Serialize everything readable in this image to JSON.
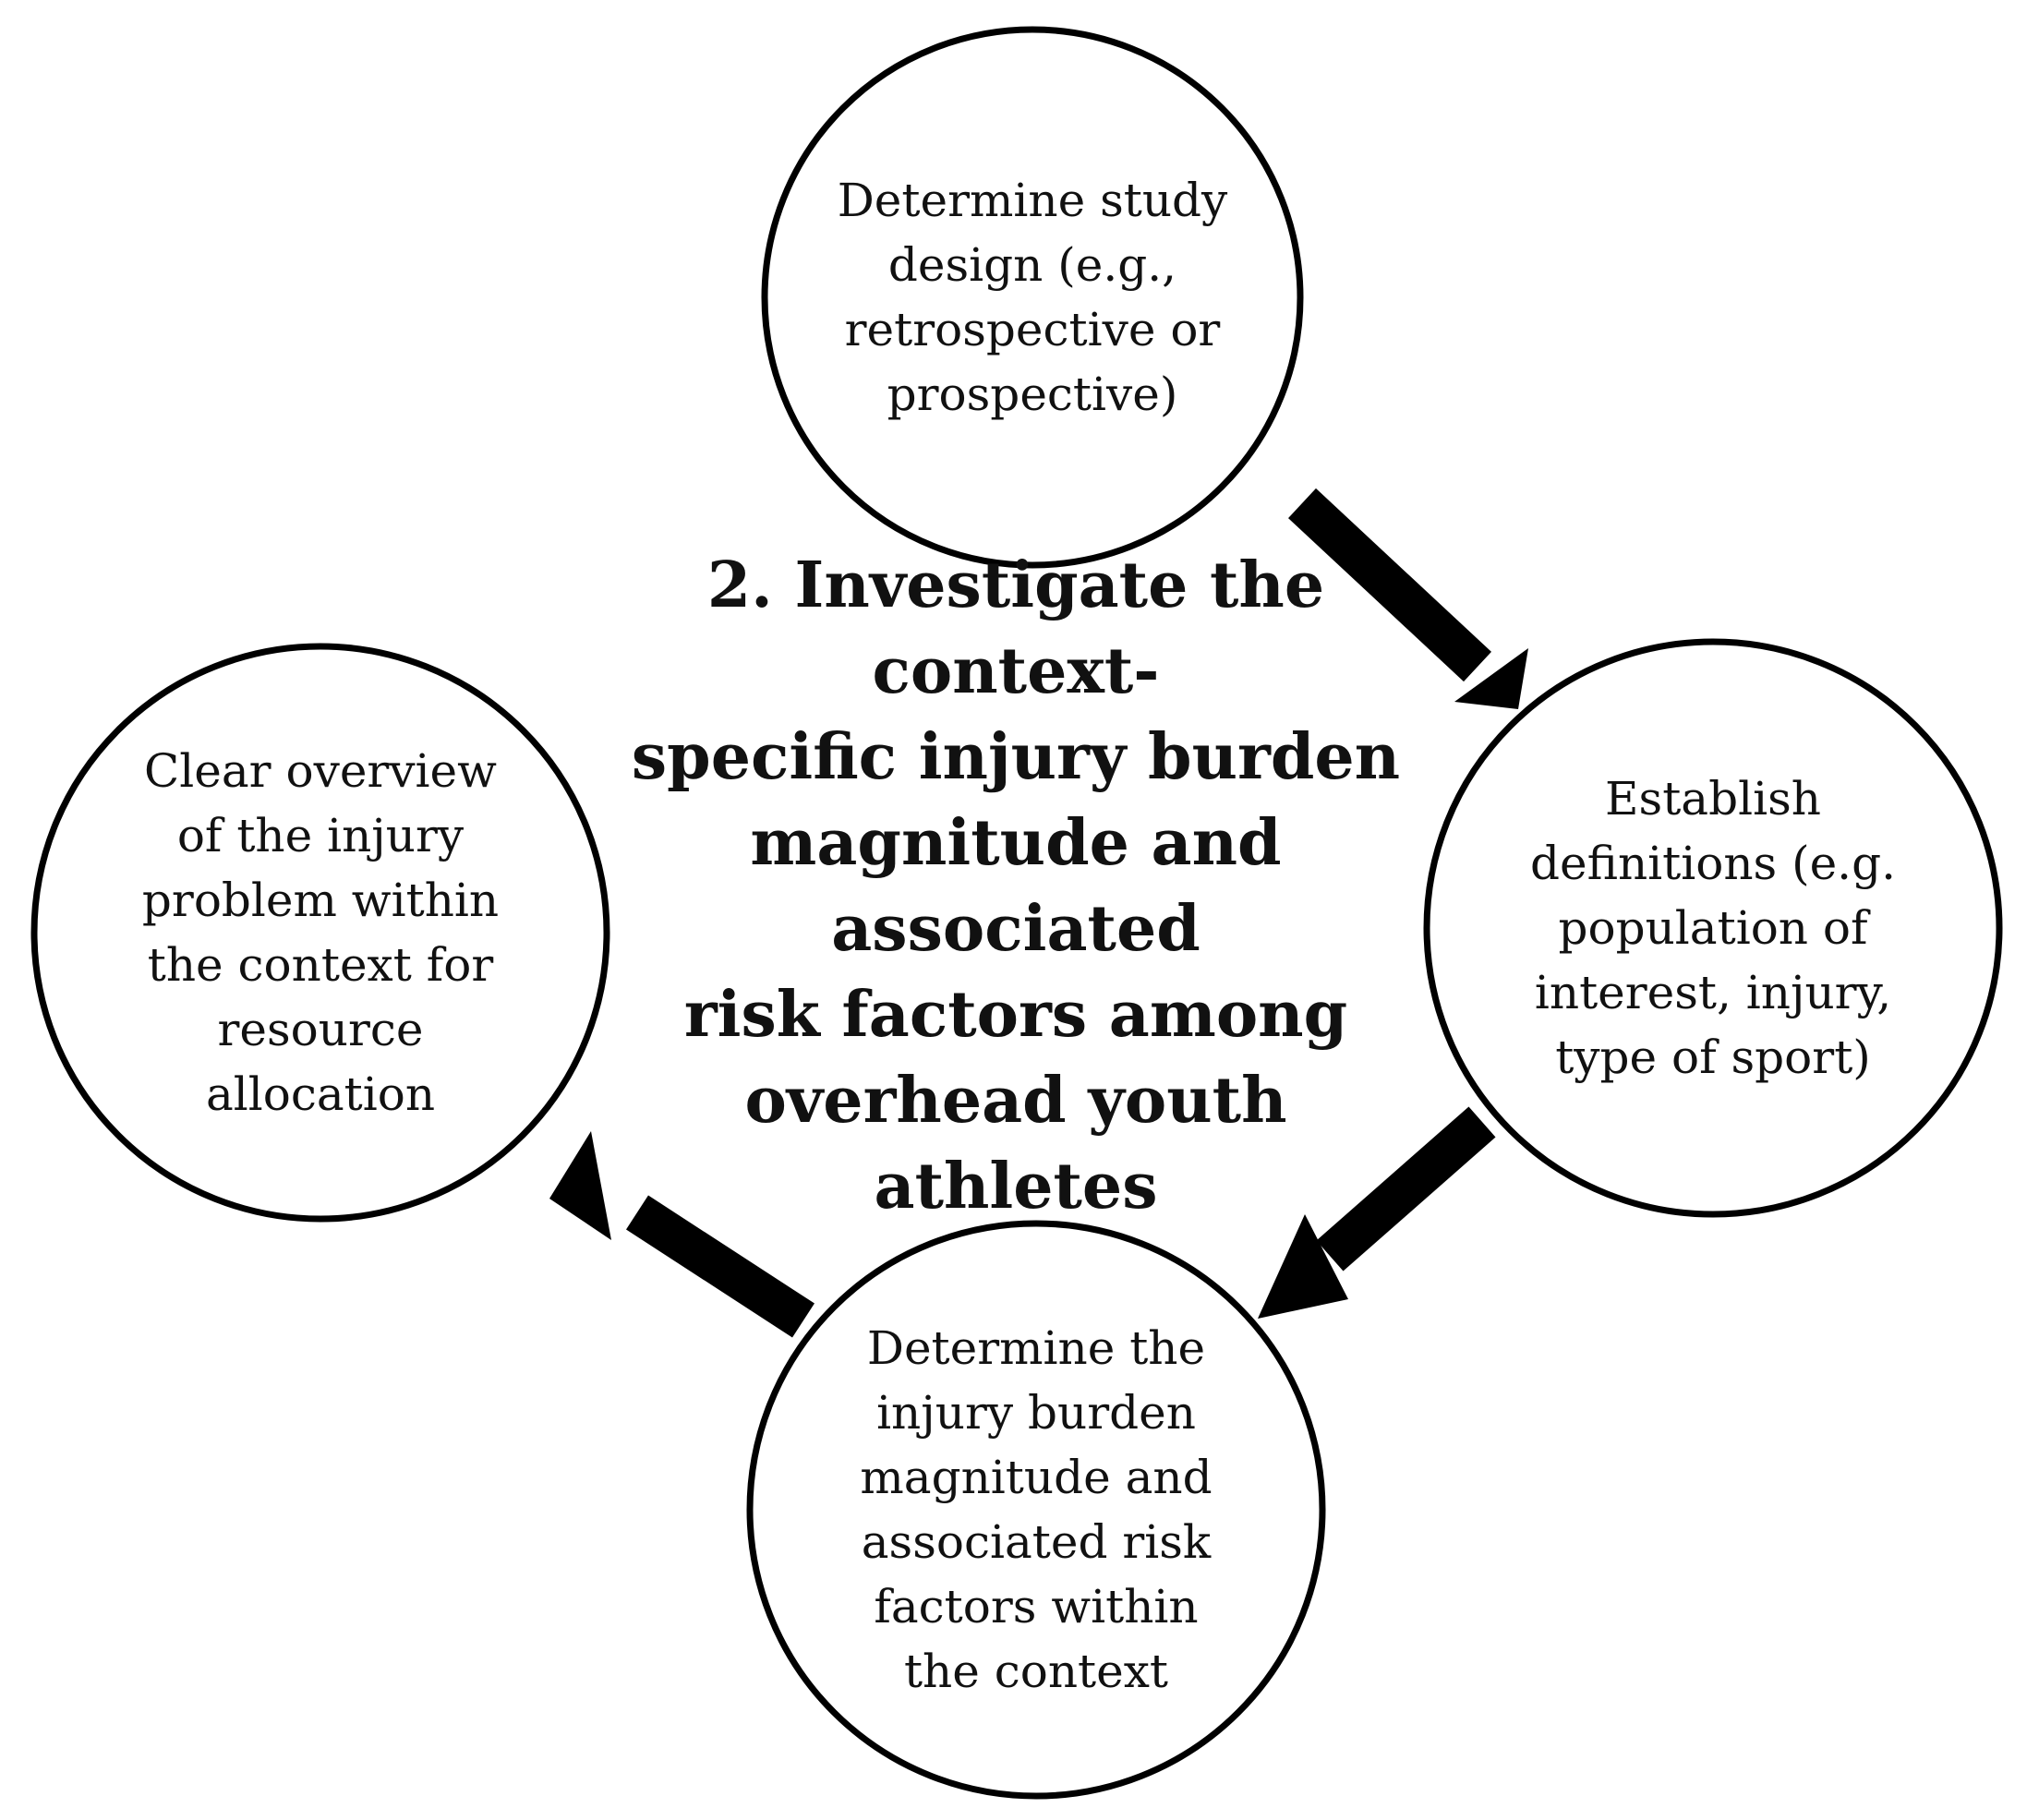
{
  "center": {
    "title": "2. Investigate the context-\nspecific injury burden\nmagnitude and associated\nrisk factors among\noverhead youth athletes"
  },
  "nodes": {
    "study_design": "Determine study\ndesign (e.g.,\nretrospective or\nprospective)",
    "definitions": "Establish\ndefinitions (e.g.\npopulation of\ninterest, injury,\ntype of sport)",
    "burden": "Determine the\ninjury burden\nmagnitude and\nassociated risk\nfactors within\nthe context",
    "overview": "Clear overview\nof the injury\nproblem within\nthe context for\nresource\nallocation"
  },
  "colors": {
    "stroke": "#000000",
    "text": "#111111",
    "background": "#ffffff"
  },
  "arrows": [
    {
      "from": "study_design",
      "to": "definitions"
    },
    {
      "from": "definitions",
      "to": "burden"
    },
    {
      "from": "burden",
      "to": "overview"
    }
  ]
}
